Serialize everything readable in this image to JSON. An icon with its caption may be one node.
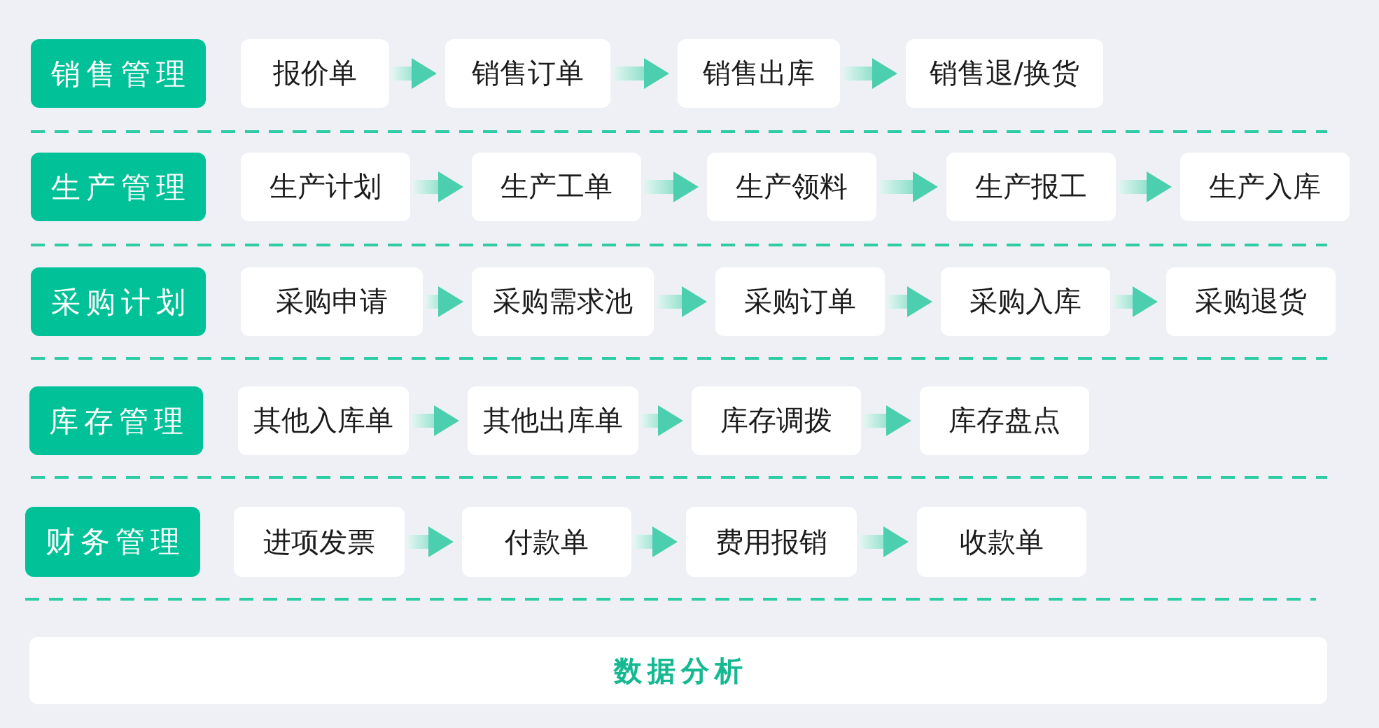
{
  "diagram": {
    "nodes": [
      {
        "text": [
          "销售管理"
        ]
      },
      {
        "text": [
          "报价单"
        ]
      },
      {
        "text": [
          "销售订单"
        ]
      },
      {
        "text": [
          "销售出库"
        ]
      },
      {
        "text": [
          "销售退/换货"
        ]
      },
      {
        "text": [
          "生产管理"
        ]
      },
      {
        "text": [
          "生产计划"
        ]
      },
      {
        "text": [
          "生产工单"
        ]
      },
      {
        "text": [
          "生产领料"
        ]
      },
      {
        "text": [
          "生产报工"
        ]
      },
      {
        "text": [
          "生产入库"
        ]
      },
      {
        "text": [
          "采购计划"
        ]
      },
      {
        "text": [
          "采购申请"
        ]
      },
      {
        "text": [
          "采购需求池"
        ]
      },
      {
        "text": [
          "采购订单"
        ]
      },
      {
        "text": [
          "采购入库"
        ]
      },
      {
        "text": [
          "采购退货"
        ]
      },
      {
        "text": [
          "库存管理"
        ]
      },
      {
        "text": [
          "其他入库单"
        ]
      },
      {
        "text": [
          "其他出库单"
        ]
      },
      {
        "text": [
          "库存调拨"
        ]
      },
      {
        "text": [
          "库存盘点"
        ]
      },
      {
        "text": [
          "财务管理"
        ]
      },
      {
        "text": [
          "进项发票"
        ]
      },
      {
        "text": [
          "付款单"
        ]
      },
      {
        "text": [
          "费用报销"
        ]
      },
      {
        "text": [
          "收款单"
        ]
      },
      {
        "text": [
          "数据分析"
        ]
      }
    ],
    "edges": [
      {
        "from": 1,
        "to": 2,
        "arrow": "to"
      },
      {
        "from": 2,
        "to": 3,
        "arrow": "to"
      },
      {
        "from": 3,
        "to": 4,
        "arrow": "to"
      },
      {
        "from": 6,
        "to": 7,
        "arrow": "to"
      },
      {
        "from": 7,
        "to": 8,
        "arrow": "to"
      },
      {
        "from": 8,
        "to": 9,
        "arrow": "to"
      },
      {
        "from": 9,
        "to": 10,
        "arrow": "to"
      },
      {
        "from": 12,
        "to": 13,
        "arrow": "to"
      },
      {
        "from": 13,
        "to": 14,
        "arrow": "to"
      },
      {
        "from": 14,
        "to": 15,
        "arrow": "to"
      },
      {
        "from": 15,
        "to": 16,
        "arrow": "to"
      },
      {
        "from": 18,
        "to": 19,
        "arrow": "to"
      },
      {
        "from": 19,
        "to": 20,
        "arrow": "to"
      },
      {
        "from": 20,
        "to": 21,
        "arrow": "to"
      },
      {
        "from": 23,
        "to": 24,
        "arrow": "to"
      },
      {
        "from": 24,
        "to": 25,
        "arrow": "to"
      },
      {
        "from": 25,
        "to": 26,
        "arrow": "to"
      }
    ]
  }
}
